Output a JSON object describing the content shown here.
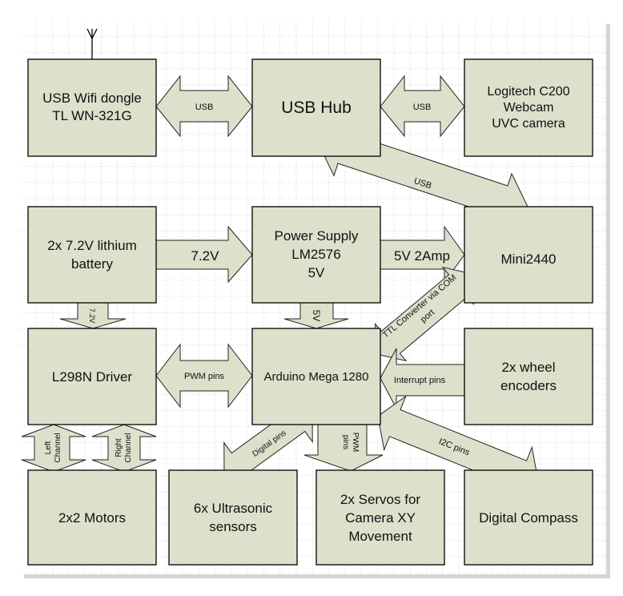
{
  "colors": {
    "block_fill": "#dde0cb",
    "outline": "#000000",
    "grid": "#c8c8c8"
  },
  "blocks": {
    "wifi": [
      "USB Wifi dongle",
      "TL WN-321G"
    ],
    "hub": [
      "USB Hub"
    ],
    "webcam": [
      "Logitech C200",
      "Webcam",
      "UVC camera"
    ],
    "battery": [
      "2x 7.2V lithium",
      "battery"
    ],
    "power": [
      "Power Supply",
      "LM2576",
      "5V"
    ],
    "mini": [
      "Mini2440"
    ],
    "l298n": [
      "L298N Driver"
    ],
    "arduino": [
      "Arduino Mega 1280"
    ],
    "encoders": [
      "2x wheel",
      "encoders"
    ],
    "motors": [
      "2x2 Motors"
    ],
    "ultrasonic": [
      "6x Ultrasonic",
      "sensors"
    ],
    "servos": [
      "2x Servos for",
      "Camera XY",
      "Movement"
    ],
    "compass": [
      "Digital Compass"
    ]
  },
  "links": {
    "wifi_hub": "USB",
    "hub_webcam": "USB",
    "hub_mini": "USB",
    "battery_power": "7.2V",
    "power_mini": "5V 2Amp",
    "battery_l298n": "7.2V",
    "power_arduino": "5V",
    "ttl": [
      "TTL Converter via COM",
      "port"
    ],
    "pwm_l298n": "PWM pins",
    "interrupt": "Interrupt pins",
    "digital": "Digital pins",
    "pwm_servo": [
      "PWM",
      "pins"
    ],
    "i2c": "I2C pins",
    "left": [
      "Left",
      "Channel"
    ],
    "right": [
      "Right",
      "Channel"
    ]
  }
}
